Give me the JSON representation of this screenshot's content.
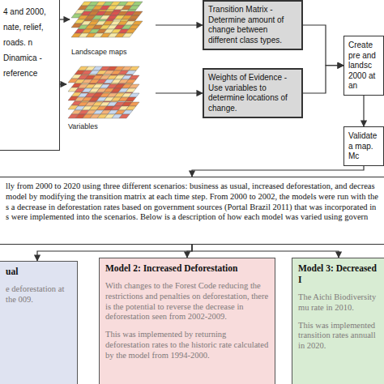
{
  "diagram": {
    "nodes": [
      {
        "text": [
          "4 and 2000, nate, relief, roads. n Dinamica -reference"
        ]
      },
      {
        "text": [
          "Landscape maps"
        ]
      },
      {
        "text": [
          "Variables"
        ]
      },
      {
        "text": [
          "Transition Matrix - Determine amount of change between different class types."
        ]
      },
      {
        "text": [
          "Weights of Evidence - Use variables to determine locations of change."
        ]
      },
      {
        "text": [
          "Create pre and landsc 2000 at an"
        ]
      },
      {
        "text": [
          "Validate a map. Mc"
        ]
      },
      {
        "text": [
          "lly from 2000 to 2020 using three different scenarios: business as usual, increased deforestation, and decreas model by modifying the transition matrix at each time step.  From 2000 to 2002, the models were run with the s a decrease in deforestation rates based on government sources (Portal Brazil 2011) that was incorporated in s were implemented into the scenarios.  Below is a description of how each model was varied using govern"
        ]
      },
      {
        "text": [
          "ual",
          "e deforestation at the 009."
        ]
      },
      {
        "text": [
          "Model 2: Increased Deforestation",
          "With changes to the Forest Code reducing the restrictions and penalties on deforestation, there is the potential to reverse the decrease in deforestation seen from 2002-2009.",
          "This was implemented by returning deforestation rates to the historic rate calculated by the model from 1994-2000."
        ]
      },
      {
        "text": [
          "Model 3: Decreased I",
          "The Aichi Biodiversity mu rate in 2010.",
          "This was implemented transition rates annuall in 2020."
        ]
      }
    ],
    "edges": [
      {
        "from": 0,
        "to": 1,
        "arrow": "to"
      },
      {
        "from": 0,
        "to": 2,
        "arrow": "to"
      },
      {
        "from": 1,
        "to": 3,
        "arrow": "to"
      },
      {
        "from": 2,
        "to": 4,
        "arrow": "to"
      },
      {
        "from": 3,
        "to": 5,
        "arrow": "to"
      },
      {
        "from": 4,
        "to": 5,
        "arrow": "to"
      },
      {
        "from": 5,
        "to": 6,
        "arrow": "to"
      },
      {
        "from": 6,
        "to": 7,
        "arrow": "to"
      },
      {
        "from": 7,
        "to": 8,
        "arrow": "to"
      },
      {
        "from": 7,
        "to": 9,
        "arrow": "to"
      },
      {
        "from": 7,
        "to": 10,
        "arrow": "to"
      }
    ]
  }
}
